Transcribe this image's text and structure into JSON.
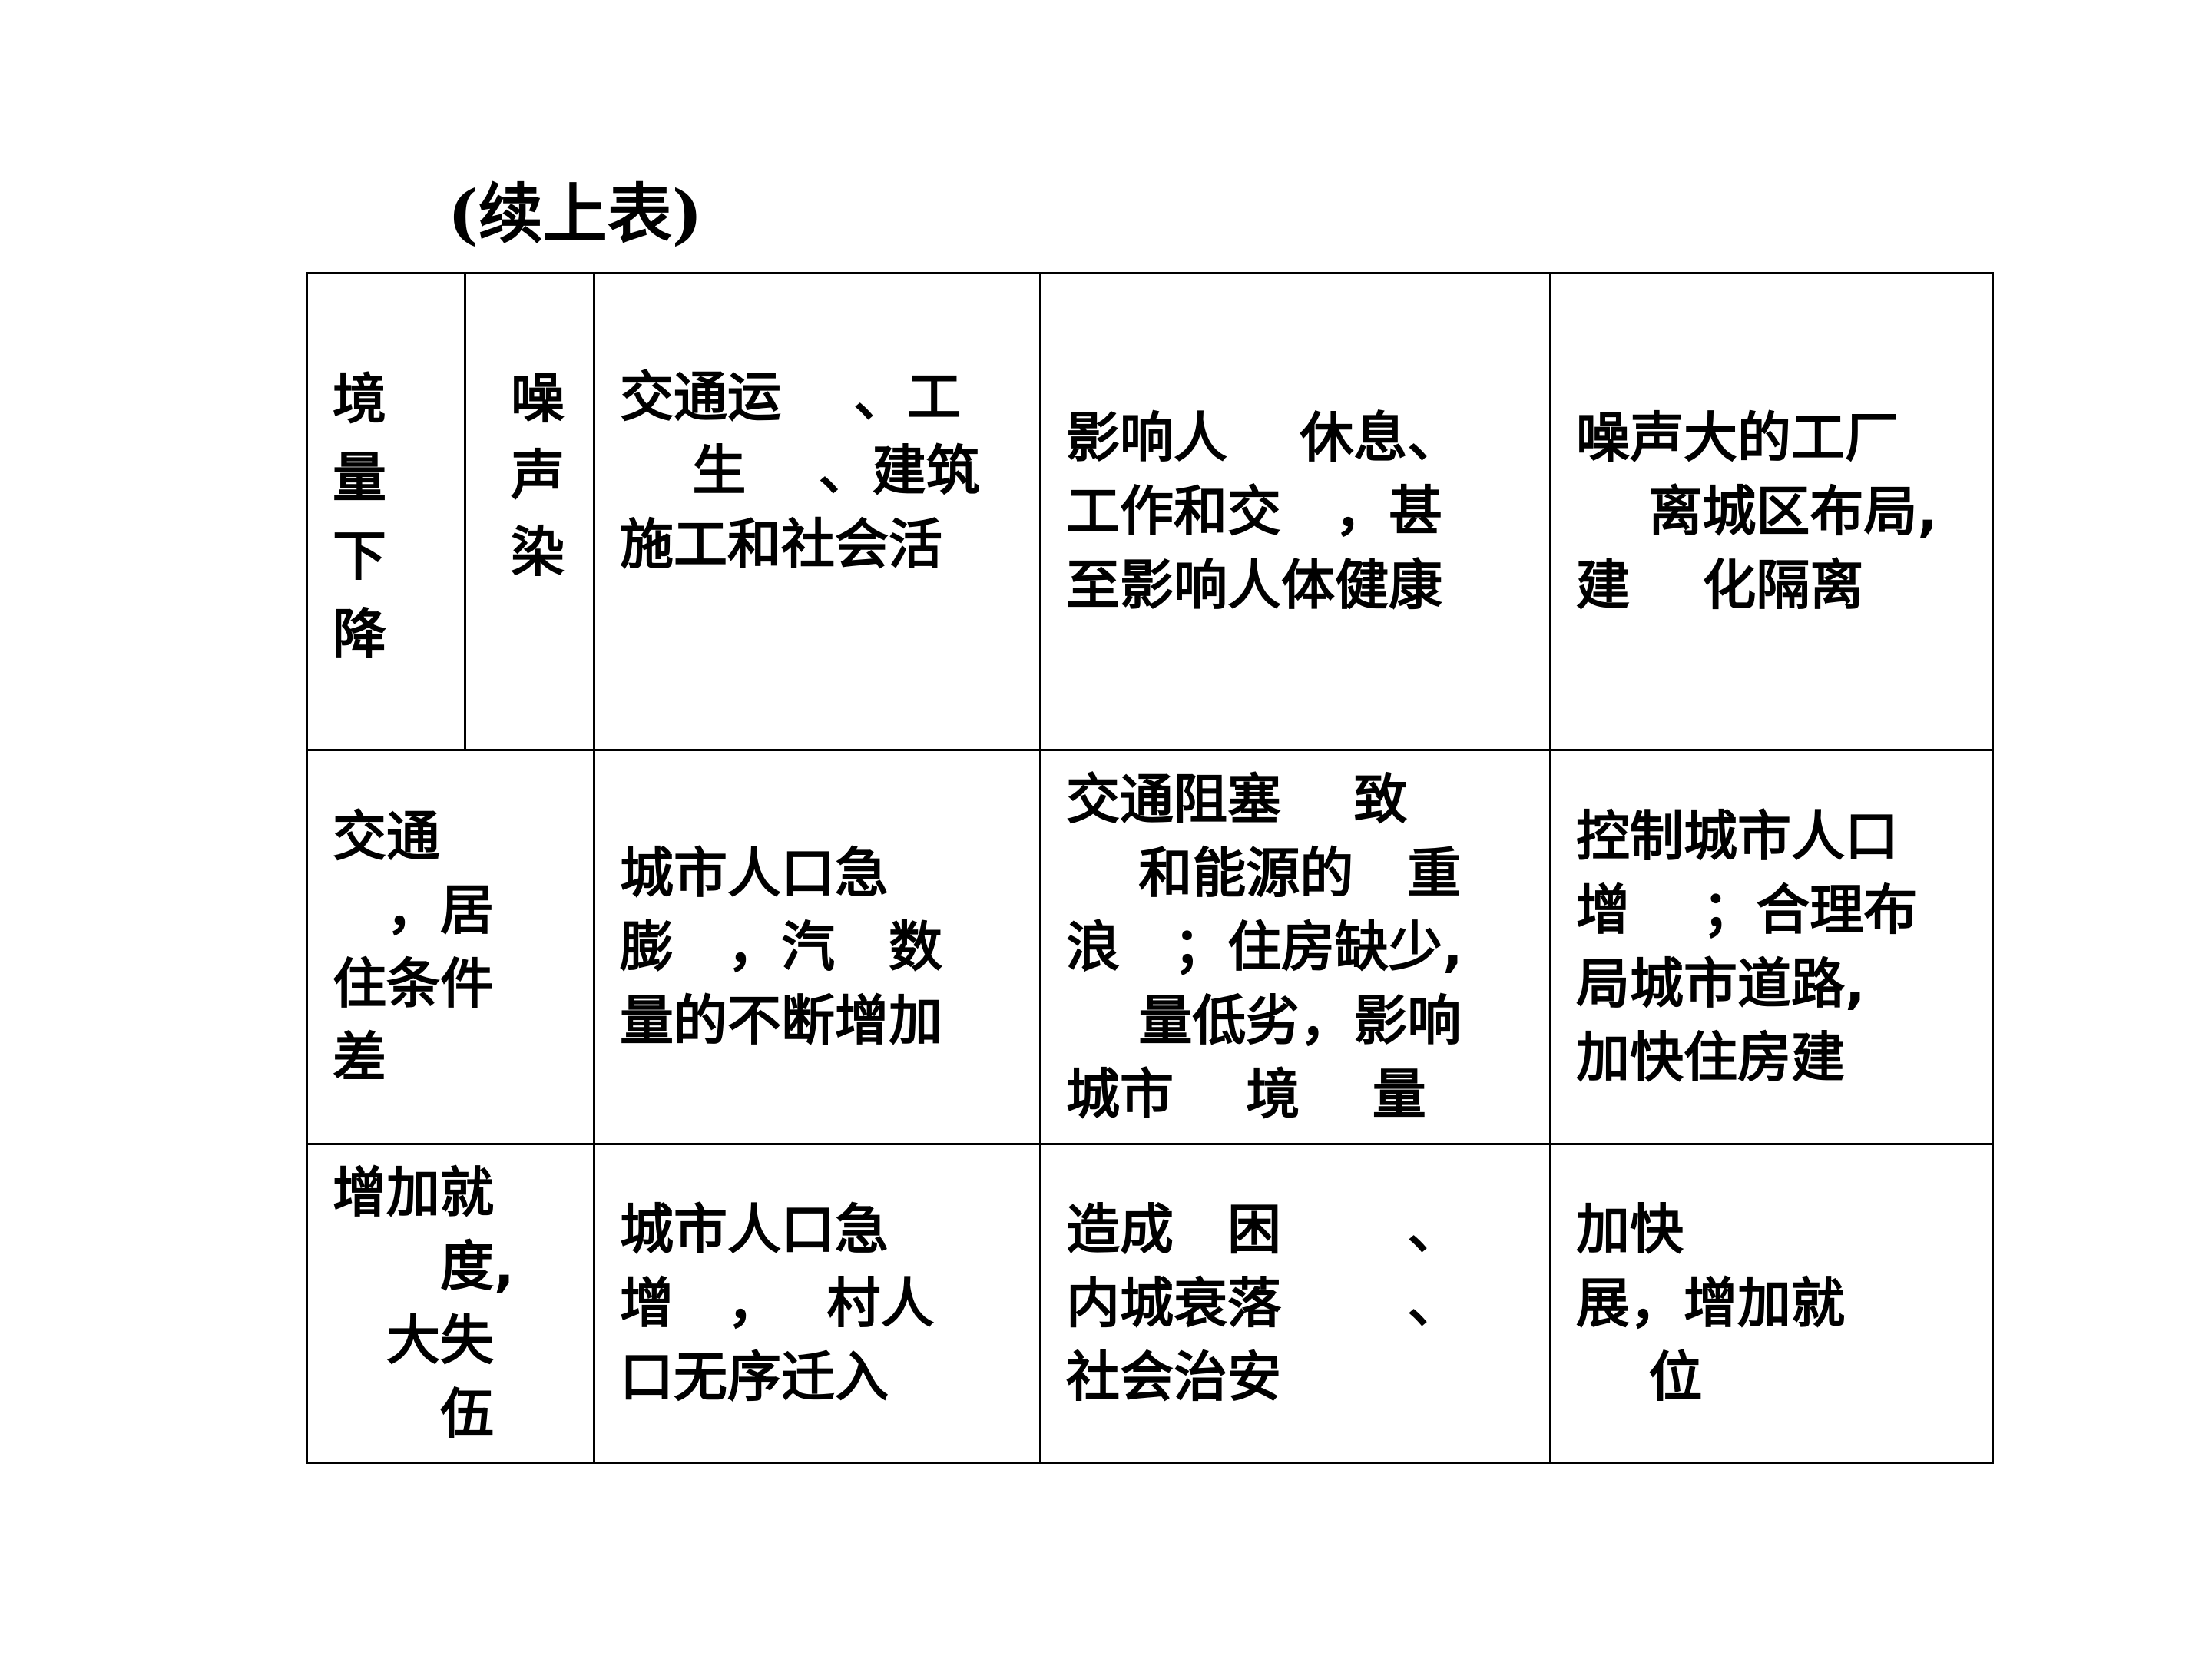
{
  "title": "(续上表)",
  "rows": [
    {
      "col0": [
        "境",
        " ",
        "量",
        "下",
        "降"
      ],
      "col1": [
        "噪",
        "声",
        " ",
        "染"
      ],
      "cause": [
        "交通运　 、工",
        "　 生　 、建筑",
        "施工和社会活"
      ],
      "impact": [
        "影响人　 休息、",
        "工作和交　，甚",
        "至影响人体健康"
      ],
      "measure": [
        "噪声大的工厂",
        "　 离城区布局,",
        "建　 化隔离"
      ]
    },
    {
      "problem": [
        "交通",
        "　，居",
        "住条件",
        "差"
      ],
      "cause": [
        "城市人口急",
        "膨　，汽　数",
        "量的不断增加"
      ],
      "impact": [
        "交通阻塞　 致",
        "　 和能源的　重",
        "浪　；住房缺少,",
        "　 量低劣，影响",
        "城市　 境　 量"
      ],
      "measure": [
        "控制城市人口",
        "增　 ；合理布",
        "局城市道路,",
        "加快住房建"
      ]
    },
    {
      "problem": [
        "增加就",
        "　　度,",
        "　大失",
        "　　伍"
      ],
      "cause": [
        "城市人口急",
        "增　，　 村人",
        "口无序迁入"
      ],
      "impact": [
        "造成　困　　 、",
        "内城衰落　　 、",
        "社会治安"
      ],
      "measure": [
        "加快",
        "展，增加就",
        "　 位"
      ]
    }
  ]
}
